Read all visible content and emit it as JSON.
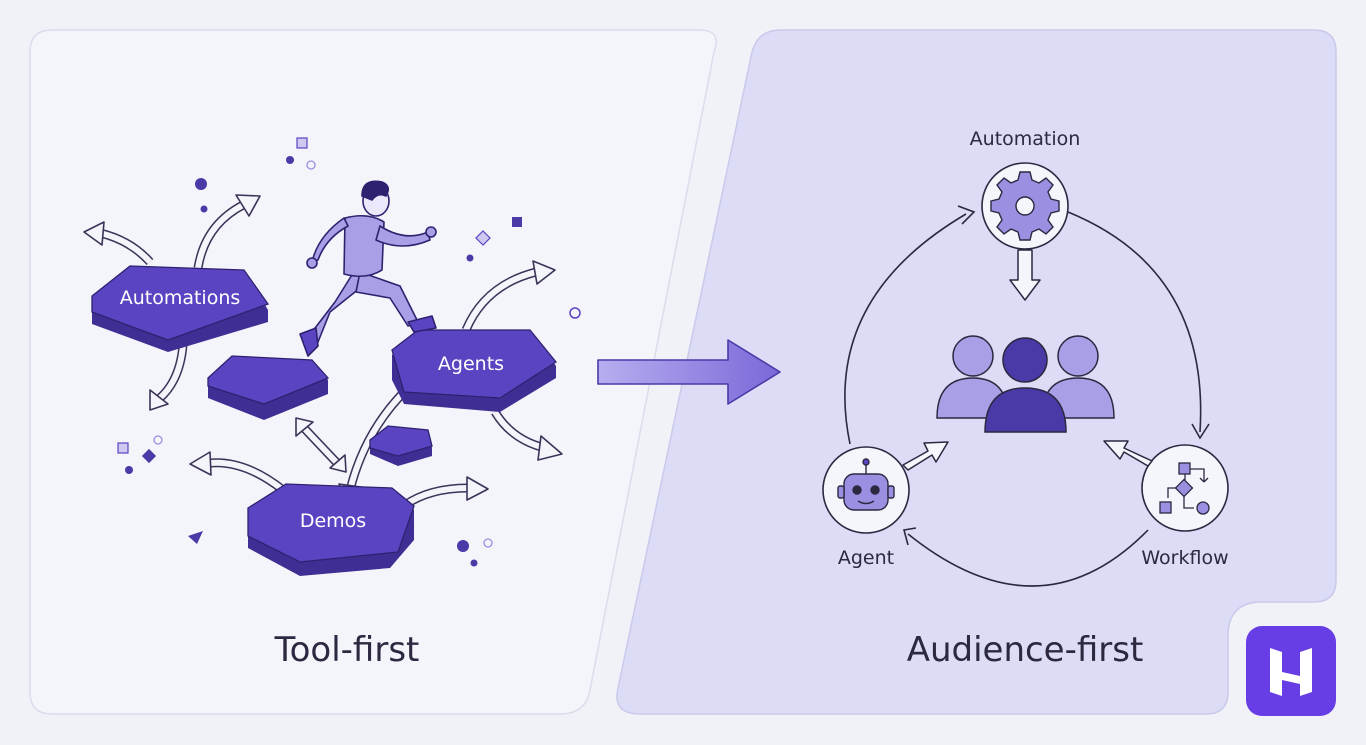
{
  "left_panel": {
    "title": "Tool-first",
    "tiles": [
      {
        "label": "Automations"
      },
      {
        "label": "Agents"
      },
      {
        "label": "Demos"
      }
    ]
  },
  "right_panel": {
    "title": "Audience-first",
    "nodes": [
      {
        "label": "Automation",
        "icon": "gear-icon"
      },
      {
        "label": "Agent",
        "icon": "robot-icon"
      },
      {
        "label": "Workflow",
        "icon": "workflow-icon"
      }
    ],
    "center_icon": "audience-icon"
  },
  "brand": {
    "logo": "H"
  },
  "colors": {
    "primary": "#5b44c2",
    "primary_dark": "#3f2e93",
    "light_purple": "#9a8fe0",
    "left_panel_bg": "#f3f3fa",
    "right_panel_bg": "#dcdcf6"
  }
}
